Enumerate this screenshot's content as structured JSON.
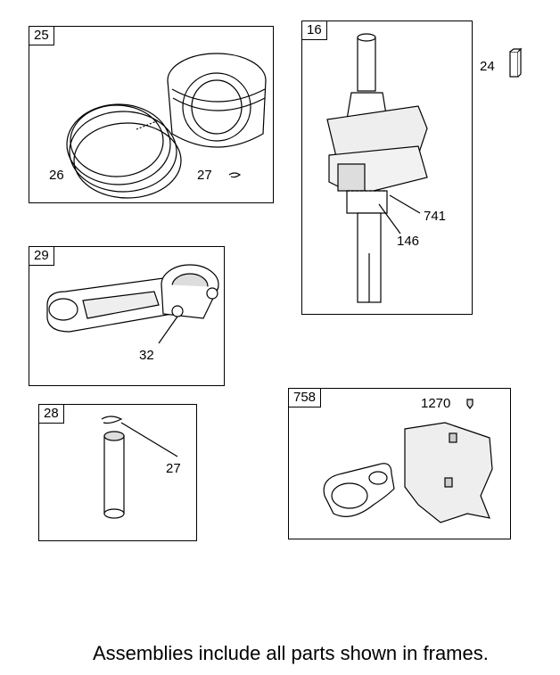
{
  "frames": {
    "f25": {
      "number": "25",
      "callouts": {
        "rings": "26",
        "keeper": "27"
      }
    },
    "f16": {
      "number": "16",
      "callouts": {
        "gear_a": "741",
        "gear_b": "146"
      }
    },
    "f29": {
      "number": "29",
      "callouts": {
        "bolt": "32"
      }
    },
    "f28": {
      "number": "28",
      "callouts": {
        "clip": "27"
      }
    },
    "f758": {
      "number": "758",
      "callouts": {
        "screw": "1270"
      }
    }
  },
  "loose_parts": {
    "key": "24"
  },
  "footer_note": "Assemblies include all parts shown in frames."
}
